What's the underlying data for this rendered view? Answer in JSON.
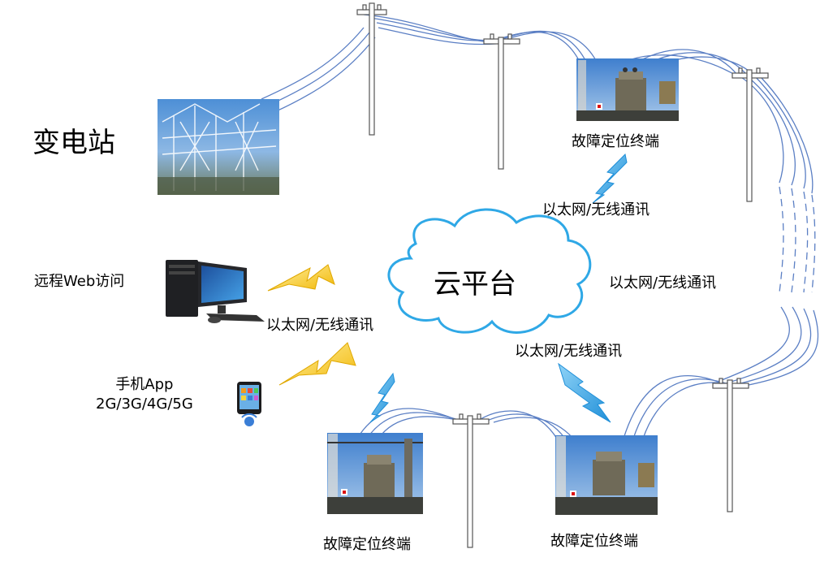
{
  "substation": {
    "label": "变电站"
  },
  "cloud": {
    "label": "云平台"
  },
  "remote_web": {
    "label": "远程Web访问"
  },
  "mobile_app": {
    "label_line1": "手机App",
    "label_line2": "2G/3G/4G/5G"
  },
  "fault_terminals": [
    {
      "label": "故障定位终端"
    },
    {
      "label": "故障定位终端"
    },
    {
      "label": "故障定位终端"
    }
  ],
  "links": [
    {
      "label": "以太网/无线通讯"
    },
    {
      "label": "以太网/无线通讯"
    },
    {
      "label": "以太网/无线通讯"
    },
    {
      "label": "以太网/无线通讯"
    }
  ],
  "colors": {
    "power_line": "#5b7fc4",
    "cloud_stroke": "#2fa8e6",
    "wireless_blue": "#1fa0e3",
    "wireless_yellow": "#f5c518",
    "sky": "#3b79c7"
  },
  "icons": [
    "substation-photo",
    "transformer-photo",
    "utility-pole",
    "desktop-computer-icon",
    "smartphone-icon",
    "lightning-bolt-icon",
    "cloud-icon"
  ]
}
